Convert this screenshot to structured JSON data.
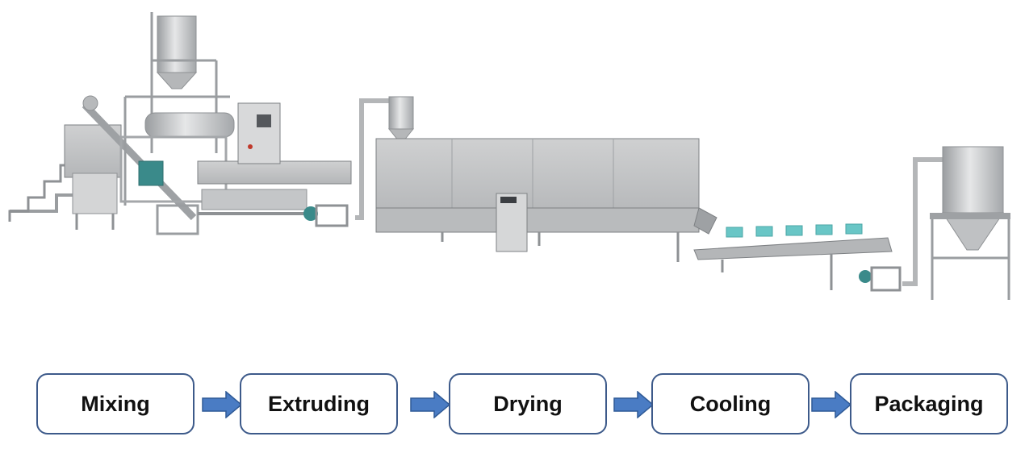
{
  "steps": [
    {
      "label": "Mixing"
    },
    {
      "label": "Extruding"
    },
    {
      "label": "Drying"
    },
    {
      "label": "Cooling"
    },
    {
      "label": "Packaging"
    }
  ],
  "colors": {
    "box_border": "#3d5a8a",
    "arrow_fill": "#4a7cc4",
    "arrow_stroke": "#2f5a96",
    "steel": "#c9cbcd",
    "steel_dark": "#8e9194",
    "accent_teal": "#69c6c6"
  }
}
